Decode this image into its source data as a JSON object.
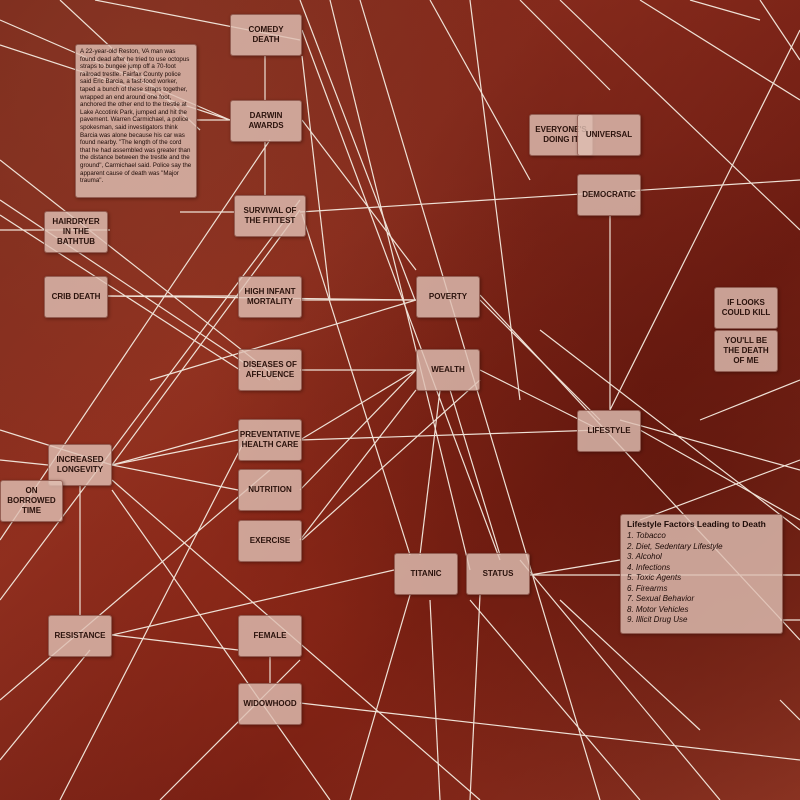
{
  "nodes": [
    {
      "id": "comedy-death",
      "label": "COMEDY DEATH"
    },
    {
      "id": "darwin-awards",
      "label": "DARWIN AWARDS"
    },
    {
      "id": "survival-fittest",
      "label": "SURVIVAL OF THE FITTEST"
    },
    {
      "id": "hairdryer",
      "label": "HAIRDRYER IN THE BATHTUB"
    },
    {
      "id": "crib-death",
      "label": "CRIB DEATH"
    },
    {
      "id": "high-infant",
      "label": "HIGH INFANT MORTALITY"
    },
    {
      "id": "diseases-affluence",
      "label": "DISEASES OF AFFLUENCE"
    },
    {
      "id": "poverty",
      "label": "POVERTY"
    },
    {
      "id": "wealth",
      "label": "WEALTH"
    },
    {
      "id": "everyones",
      "label": "EVERYONE'S DOING IT"
    },
    {
      "id": "universal",
      "label": "UNIVERSAL"
    },
    {
      "id": "democratic",
      "label": "DEMOCRATIC"
    },
    {
      "id": "if-looks",
      "label": "IF LOOKS COULD KILL"
    },
    {
      "id": "youll-be",
      "label": "YOU'LL BE THE DEATH OF ME"
    },
    {
      "id": "preventative",
      "label": "PREVENTATIVE HEALTH CARE"
    },
    {
      "id": "lifestyle",
      "label": "LIFESTYLE"
    },
    {
      "id": "increased-longevity",
      "label": "INCREASED LONGEVITY"
    },
    {
      "id": "borrowed-time",
      "label": "ON BORROWED TIME"
    },
    {
      "id": "nutrition",
      "label": "NUTRITION"
    },
    {
      "id": "exercise",
      "label": "EXERCISE"
    },
    {
      "id": "titanic",
      "label": "TITANIC"
    },
    {
      "id": "status",
      "label": "STATUS"
    },
    {
      "id": "resistance",
      "label": "RESISTANCE"
    },
    {
      "id": "female",
      "label": "FEMALE"
    },
    {
      "id": "widowhood",
      "label": "WIDOWHOOD"
    }
  ],
  "story": {
    "text": "A 22-year-old Reston, VA man was found dead after he tried to use octopus straps to bungee jump off a 70-foot railroad trestle. Fairfax County police said Eric Barcia, a fast-food worker, taped a bunch of these straps together, wrapped an end around one foot, anchored the other end to the trestle at Lake Accotink Park, jumped and hit the pavement. Warren Carmichael, a police spokesman, said investigators think Barcia was alone because his car was found nearby. \"The length of the cord that he had assembled was greater than the distance between the trestle and the ground\", Carmichael said. Police say the apparent cause of death was \"Major trauma\"."
  },
  "factors": {
    "title": "Lifestyle Factors Leading to Death",
    "items": [
      "1. Tobacco",
      "2. Diet, Sedentary Lifestyle",
      "3. Alcohol",
      "4. Infections",
      "5. Toxic Agents",
      "6. Firearms",
      "7. Sexual Behavior",
      "8. Motor Vehicles",
      "9. Illicit Drug Use"
    ]
  },
  "colors": {
    "line": "#efe1d6",
    "node_fill": "#debeb2",
    "text": "#2a120c"
  }
}
